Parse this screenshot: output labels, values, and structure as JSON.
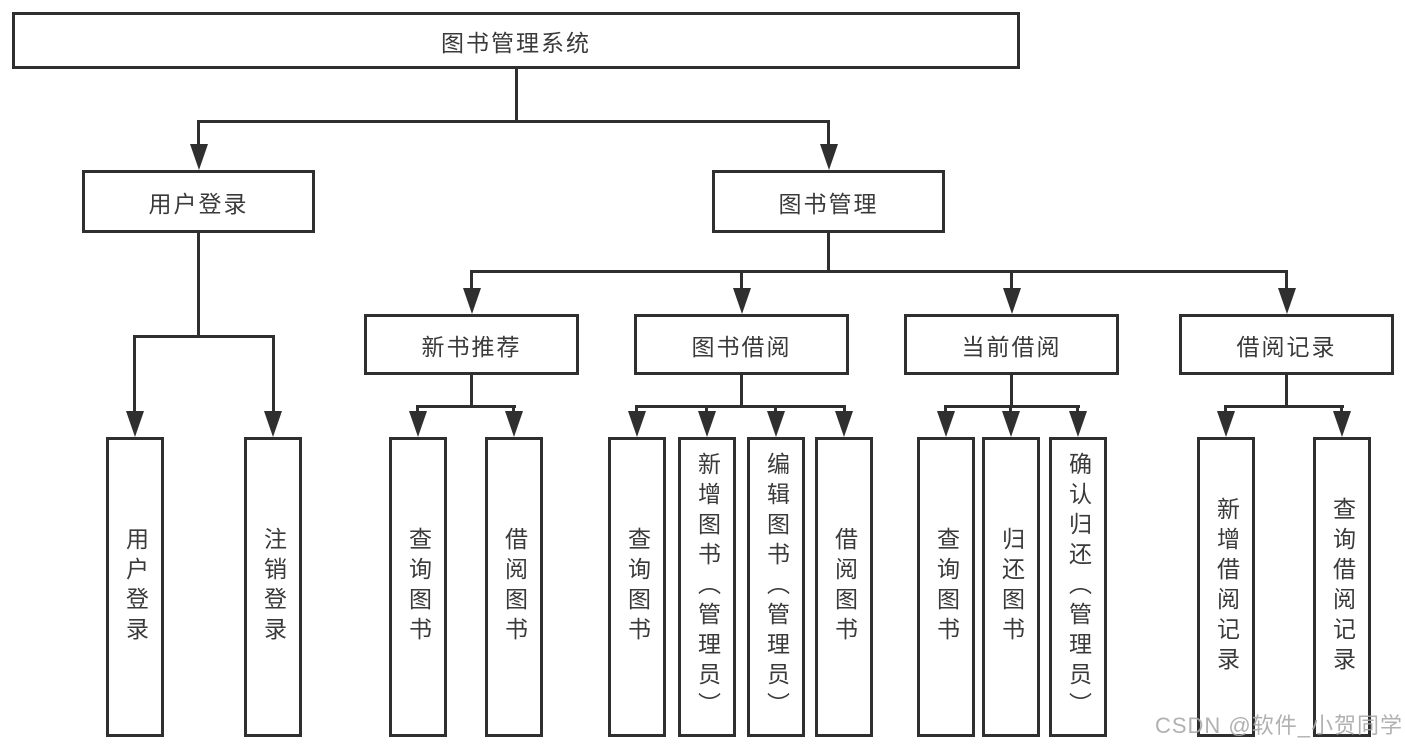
{
  "diagram": {
    "type": "tree",
    "title": "图书管理系统",
    "tree": {
      "label": "图书管理系统",
      "children": [
        {
          "label": "用户登录",
          "children": [
            {
              "label": "用户登录"
            },
            {
              "label": "注销登录"
            }
          ]
        },
        {
          "label": "图书管理",
          "children": [
            {
              "label": "新书推荐",
              "children": [
                {
                  "label": "查询图书"
                },
                {
                  "label": "借阅图书"
                }
              ]
            },
            {
              "label": "图书借阅",
              "children": [
                {
                  "label": "查询图书"
                },
                {
                  "label": "新增图书（管理员）"
                },
                {
                  "label": "编辑图书（管理员）"
                },
                {
                  "label": "借阅图书"
                }
              ]
            },
            {
              "label": "当前借阅",
              "children": [
                {
                  "label": "查询图书"
                },
                {
                  "label": "归还图书"
                },
                {
                  "label": "确认归还（管理员）"
                }
              ]
            },
            {
              "label": "借阅记录",
              "children": [
                {
                  "label": "新增借阅记录"
                },
                {
                  "label": "查询借阅记录"
                }
              ]
            }
          ]
        }
      ]
    },
    "colors": {
      "line": "#2f2f2f",
      "text": "#3a3a3a",
      "box_background": "#ffffff"
    }
  },
  "watermark": {
    "text": "CSDN @软件_小贺同学",
    "color": "#a8a8a8"
  }
}
